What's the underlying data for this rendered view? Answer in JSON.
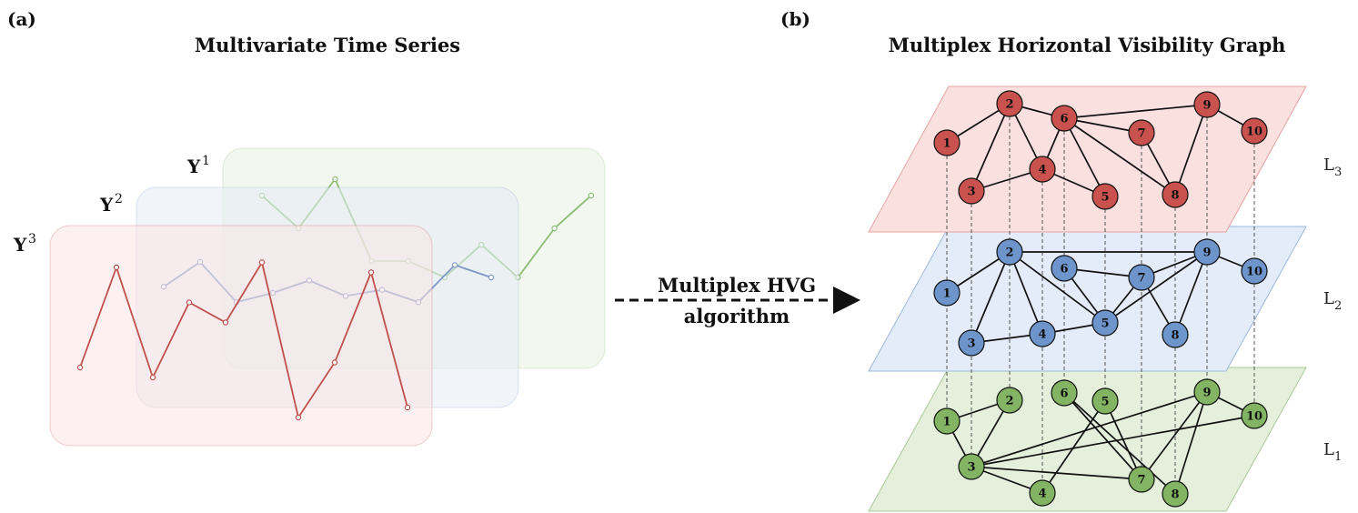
{
  "panel_a": {
    "label": "(a)",
    "title": "Multivariate Time Series",
    "series": [
      {
        "name": "Y",
        "sup": "3",
        "color": "#c0504d",
        "bg": "#f9e3e3",
        "values": [
          -1.0,
          1.0,
          -1.2,
          0.3,
          -0.1,
          1.1,
          -2.0,
          -0.9,
          0.9,
          -1.8
        ]
      },
      {
        "name": "Y",
        "sup": "2",
        "color": "#7f97c7",
        "bg": "#e6edf6",
        "values": [
          0.2,
          1.0,
          -0.3,
          0.0,
          0.4,
          -0.1,
          0.1,
          -0.3,
          0.9,
          0.5
        ]
      },
      {
        "name": "Y",
        "sup": "1",
        "color": "#8bbd74",
        "bg": "#e8f0e2",
        "values": [
          0.8,
          0.2,
          1.1,
          -0.4,
          -0.4,
          -0.7,
          -0.1,
          -0.7,
          0.2,
          0.8
        ]
      }
    ]
  },
  "arrow": {
    "line1": "Multiplex HVG",
    "line2": "algorithm"
  },
  "panel_b": {
    "label": "(b)",
    "title": "Multiplex Horizontal Visibility Graph",
    "layers": [
      {
        "name": "L",
        "sub": "3",
        "fill": "#fbe0e0",
        "stroke": "#e6a3a3",
        "node_color": "#c9524e",
        "nodes": [
          {
            "id": "1"
          },
          {
            "id": "2"
          },
          {
            "id": "3"
          },
          {
            "id": "4"
          },
          {
            "id": "5"
          },
          {
            "id": "6"
          },
          {
            "id": "7"
          },
          {
            "id": "8"
          },
          {
            "id": "9"
          },
          {
            "id": "10"
          }
        ],
        "edges": [
          [
            "1",
            "2"
          ],
          [
            "2",
            "3"
          ],
          [
            "2",
            "4"
          ],
          [
            "2",
            "6"
          ],
          [
            "3",
            "4"
          ],
          [
            "4",
            "5"
          ],
          [
            "4",
            "6"
          ],
          [
            "6",
            "5"
          ],
          [
            "6",
            "7"
          ],
          [
            "6",
            "8"
          ],
          [
            "6",
            "9"
          ],
          [
            "7",
            "8"
          ],
          [
            "8",
            "9"
          ],
          [
            "9",
            "10"
          ]
        ]
      },
      {
        "name": "L",
        "sub": "2",
        "fill": "#e3ecf8",
        "stroke": "#9fb8dc",
        "node_color": "#6e94cc",
        "nodes": [
          {
            "id": "1"
          },
          {
            "id": "2"
          },
          {
            "id": "3"
          },
          {
            "id": "4"
          },
          {
            "id": "5"
          },
          {
            "id": "6"
          },
          {
            "id": "7"
          },
          {
            "id": "8"
          },
          {
            "id": "9"
          },
          {
            "id": "10"
          }
        ],
        "edges": [
          [
            "1",
            "2"
          ],
          [
            "2",
            "3"
          ],
          [
            "2",
            "4"
          ],
          [
            "2",
            "5"
          ],
          [
            "2",
            "9"
          ],
          [
            "3",
            "4"
          ],
          [
            "4",
            "5"
          ],
          [
            "6",
            "5"
          ],
          [
            "6",
            "7"
          ],
          [
            "5",
            "7"
          ],
          [
            "5",
            "9"
          ],
          [
            "7",
            "9"
          ],
          [
            "7",
            "8"
          ],
          [
            "8",
            "9"
          ],
          [
            "9",
            "10"
          ]
        ]
      },
      {
        "name": "L",
        "sub": "1",
        "fill": "#e4efdc",
        "stroke": "#a8c996",
        "node_color": "#82b464",
        "nodes": [
          {
            "id": "1"
          },
          {
            "id": "2"
          },
          {
            "id": "3"
          },
          {
            "id": "4"
          },
          {
            "id": "5"
          },
          {
            "id": "6"
          },
          {
            "id": "7"
          },
          {
            "id": "8"
          },
          {
            "id": "9"
          },
          {
            "id": "10"
          }
        ],
        "edges": [
          [
            "1",
            "2"
          ],
          [
            "1",
            "3"
          ],
          [
            "2",
            "3"
          ],
          [
            "3",
            "4"
          ],
          [
            "3",
            "7"
          ],
          [
            "3",
            "9"
          ],
          [
            "3",
            "10"
          ],
          [
            "4",
            "5"
          ],
          [
            "6",
            "7"
          ],
          [
            "6",
            "8"
          ],
          [
            "5",
            "7"
          ],
          [
            "7",
            "9"
          ],
          [
            "8",
            "9"
          ],
          [
            "9",
            "10"
          ]
        ]
      }
    ]
  }
}
